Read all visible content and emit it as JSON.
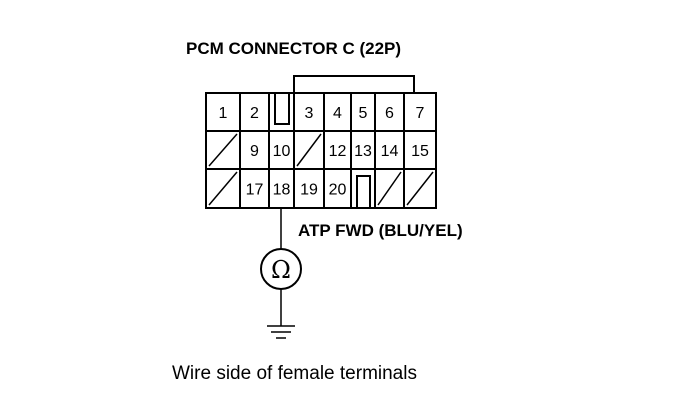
{
  "diagram": {
    "title": "PCM CONNECTOR C (22P)",
    "wire_label": "ATP FWD (BLU/YEL)",
    "caption": "Wire side of female terminals",
    "meter_symbol": "Ω",
    "meter_icon": "ohmmeter-icon",
    "ground_icon": "ground-icon",
    "connector": {
      "rows": [
        [
          "1",
          "2",
          "",
          "3",
          "4",
          "5",
          "6",
          "7"
        ],
        [
          "",
          "9",
          "10",
          "",
          "12",
          "13",
          "14",
          "15"
        ],
        [
          "",
          "17",
          "18",
          "19",
          "20",
          "",
          "",
          ""
        ]
      ],
      "empty_slot_symbol": "diagonal-slash",
      "probed_terminal": "18"
    }
  }
}
